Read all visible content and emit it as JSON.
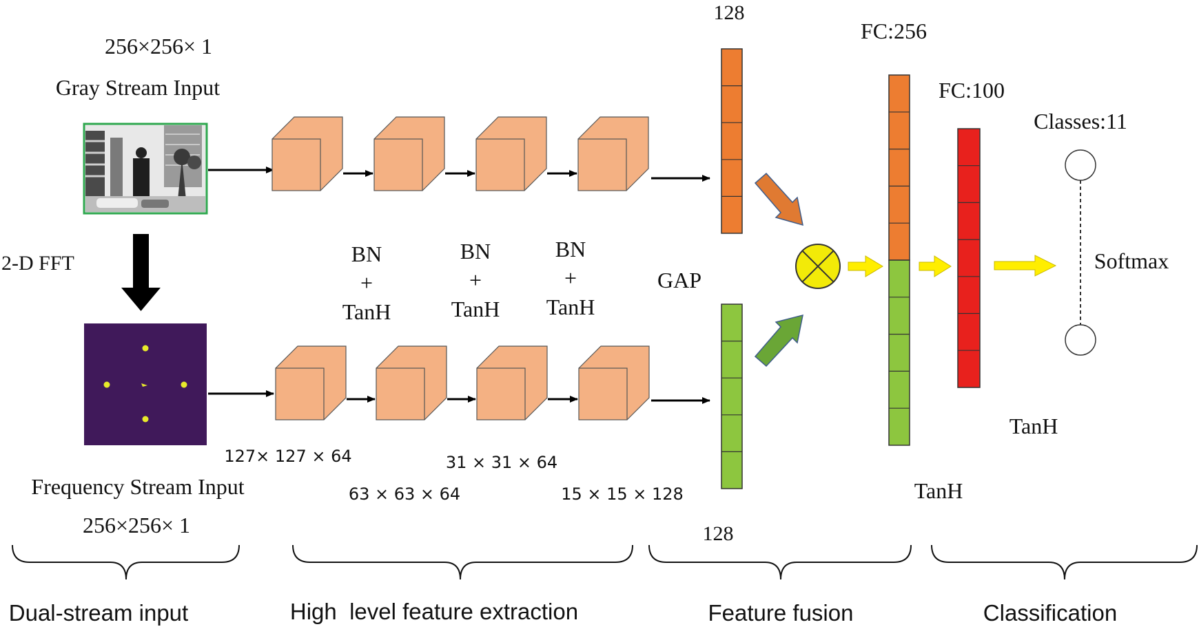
{
  "input_stream": {
    "top_dims": "256×256× 1",
    "top_label": "Gray Stream Input",
    "fft_label": "2-D FFT",
    "bottom_label": "Frequency Stream Input",
    "bottom_dims": "256×256× 1"
  },
  "blocks": {
    "bn1": [
      "BN",
      "+",
      "TanH"
    ],
    "bn2": [
      "BN",
      "+",
      "TanH"
    ],
    "bn3": [
      "BN",
      "+",
      "TanH"
    ],
    "dims1": "127× 127 × 64",
    "dims2": "63 × 63 × 64",
    "dims3": "31 × 31 × 64",
    "dims4": "15 × 15 × 128"
  },
  "fusion": {
    "top_count": "128",
    "gap_label": "GAP",
    "bottom_count": "128"
  },
  "classifier": {
    "fc256_label": "FC:256",
    "fc100_label": "FC:100",
    "classes_label": "Classes:11",
    "softmax_label": "Softmax",
    "tanh_fc256": "TanH",
    "tanh_fc100": "TanH"
  },
  "sections": {
    "dual_stream": "Dual-stream input",
    "feature_extraction": "High  level feature extraction",
    "feature_fusion": "Feature fusion",
    "classification": "Classification"
  },
  "colors": {
    "cube_fill": "#f4b183",
    "orange_bar": "#ed7d31",
    "green_bar": "#8dc63f",
    "red_bar": "#e8211d",
    "yellow_arrow": "#ffee00",
    "fuse_circle": "#f2ea08",
    "freq_bg": "#40195a",
    "freq_dot": "#e8ea2a",
    "orange_arrow": "#e07a32",
    "green_arrow": "#6aa636"
  }
}
